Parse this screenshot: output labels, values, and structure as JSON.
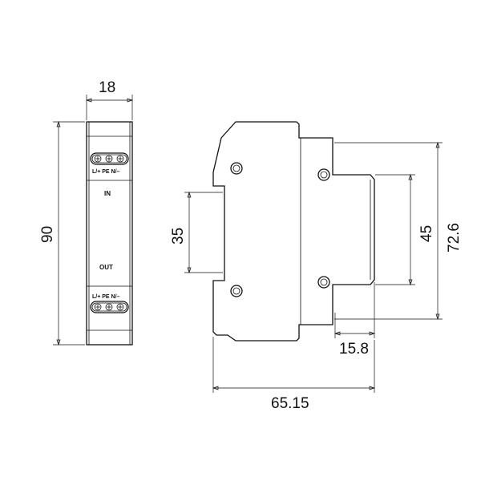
{
  "front_view": {
    "top_terminal_label": "L/+ PE N/–",
    "bottom_terminal_label": "L/+ PE N/–",
    "in_label": "IN",
    "out_label": "OUT"
  },
  "dimensions": {
    "width": "18",
    "height": "90",
    "rail": "35",
    "inner_height": "45",
    "total_height": "72.6",
    "step_depth": "15.8",
    "total_depth": "65.15"
  },
  "colors": {
    "line": "#111111",
    "background": "#ffffff"
  }
}
